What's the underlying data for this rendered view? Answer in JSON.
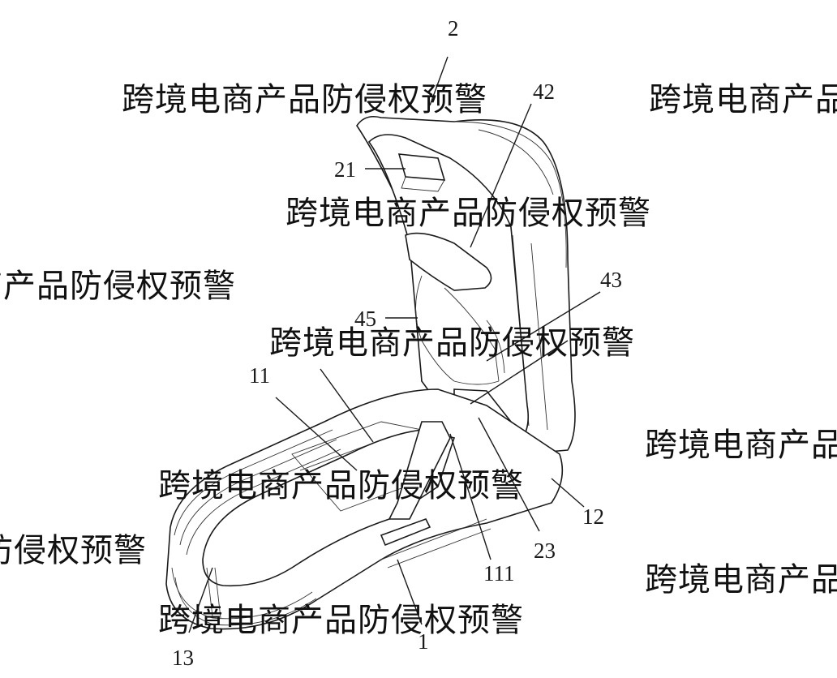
{
  "labels": {
    "l_2": "2",
    "l_42": "42",
    "l_21": "21",
    "l_43": "43",
    "l_45": "45",
    "l_11": "11",
    "l_12": "12",
    "l_23": "23",
    "l_111": "111",
    "l_13": "13",
    "l_1": "1"
  },
  "watermark": "跨境电商产品防侵权预警"
}
